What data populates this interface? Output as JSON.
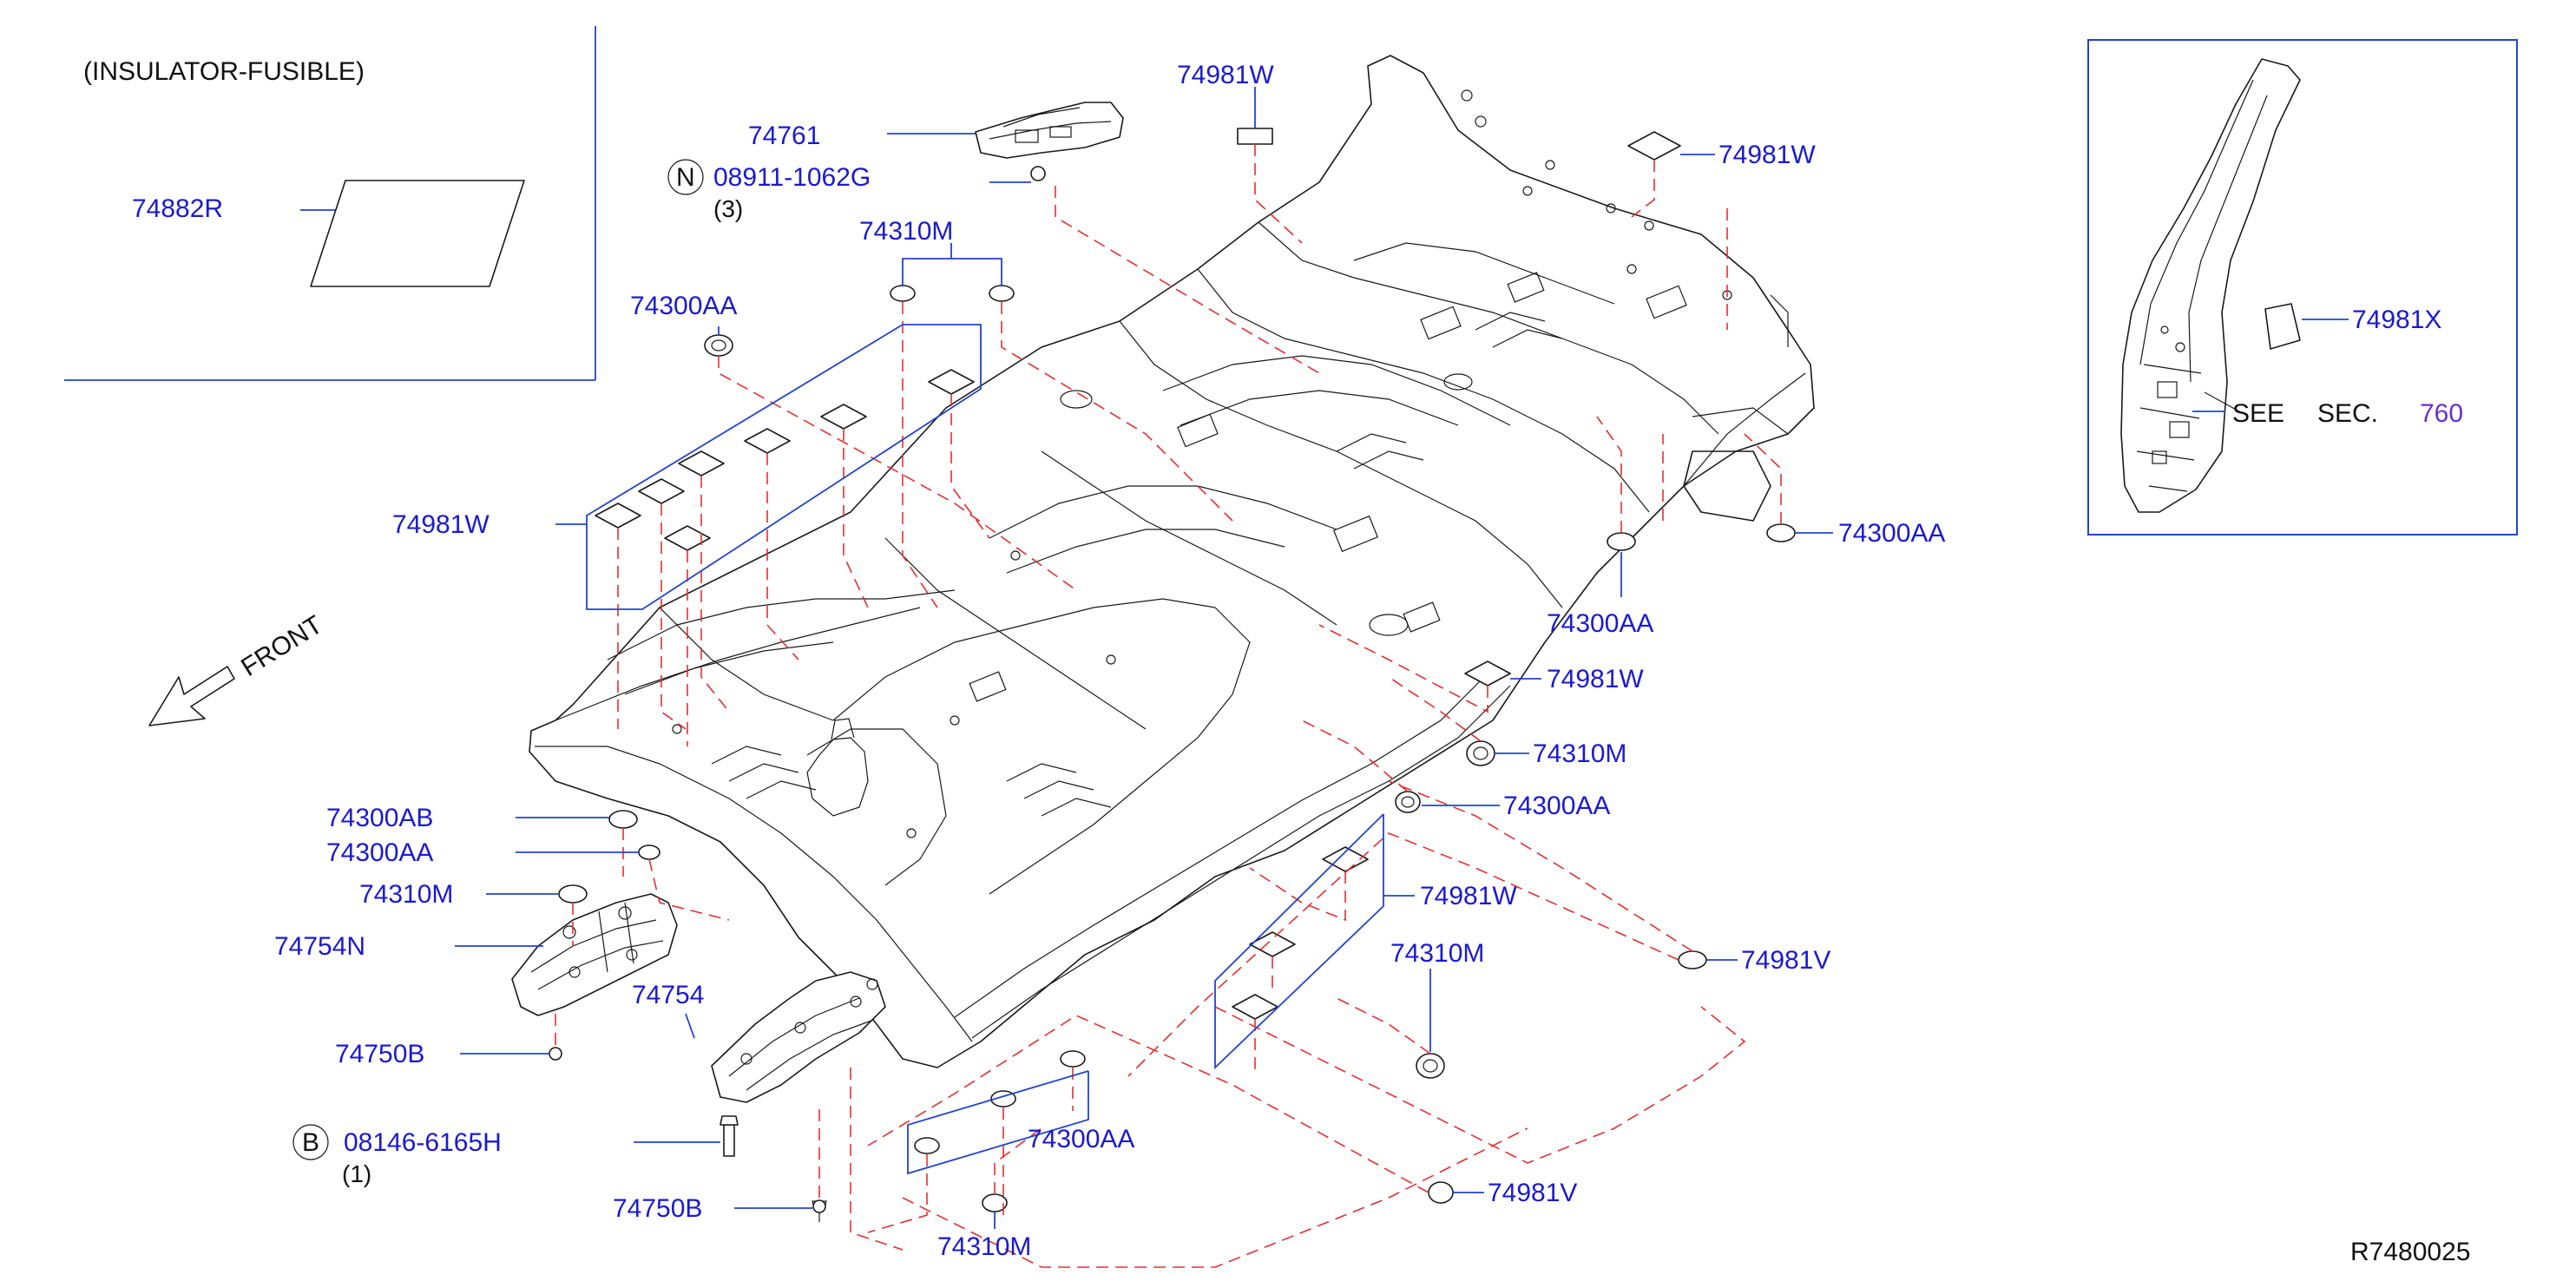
{
  "colors": {
    "part_number": "#1a1ad0",
    "leader": "#2244cc",
    "dashed": "#e33030",
    "outline": "#1a1a1a",
    "section_ref": "#6a2fd0"
  },
  "inset_fusible": {
    "title": "(INSULATOR-FUSIBLE)",
    "part": "74882R"
  },
  "inset_pillar": {
    "part": "74981X",
    "see_text": "SEE",
    "sec_text": "SEC.",
    "section_number": "760"
  },
  "front_label": "FRONT",
  "n_symbol": "N",
  "b_symbol": "B",
  "n_part": "08911-1062G",
  "n_qty": "(3)",
  "b_part": "08146-6165H",
  "b_qty": "(1)",
  "drawing_number": "R7480025",
  "labels": {
    "p74761": "74761",
    "p74981w_top": "74981W",
    "p74981w_right": "74981W",
    "p74310m_top": "74310M",
    "p74300aa_top": "74300AA",
    "p74981w_left": "74981W",
    "p74300aa_right": "74300AA",
    "p74300aa_mid": "74300AA",
    "p74981w_mid": "74981W",
    "p74310m_mid": "74310M",
    "p74300aa_mid2": "74300AA",
    "p74981w_low": "74981W",
    "p74310m_low": "74310M",
    "p74981v_right": "74981V",
    "p74981v_bottom": "74981V",
    "p74300ab": "74300AB",
    "p74300aa_left": "74300AA",
    "p74310m_left": "74310M",
    "p74754n": "74754N",
    "p74754": "74754",
    "p74750b_upper": "74750B",
    "p74750b_lower": "74750B",
    "p74300aa_bottom": "74300AA",
    "p74310m_bottom": "74310M"
  }
}
